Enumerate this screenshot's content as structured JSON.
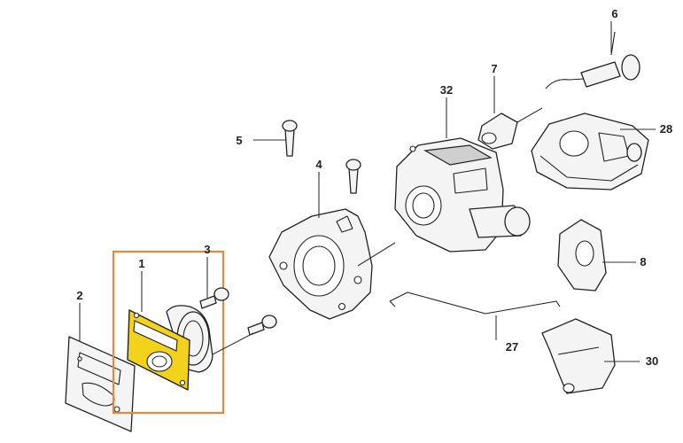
{
  "colors": {
    "highlight_frame": "#e8883a",
    "highlight_fill": "#f2d21a",
    "line": "#222222",
    "part_fill": "#f4f4f4"
  },
  "callouts": [
    "1",
    "2",
    "3",
    "4",
    "5",
    "6",
    "7",
    "8",
    "27",
    "28",
    "30",
    "32"
  ]
}
